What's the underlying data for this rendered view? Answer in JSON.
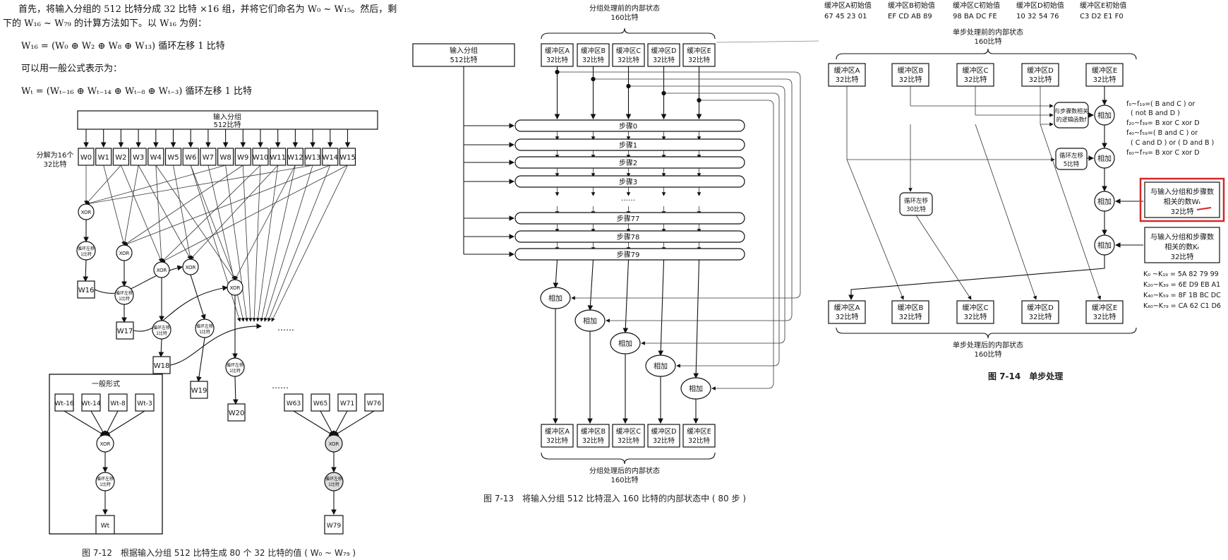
{
  "text": {
    "intro_1": "首先，将输入分组的 512 比特分成 32 比特 ×16 组，并将它们命名为 W₀ ~ W₁₅。然后，剩",
    "intro_2": "下的 W₁₆ ~ W₇₉ 的计算方法如下。以 W₁₆ 为例：",
    "formula_1": "W₁₆ = (W₀ ⊕ W₂ ⊕ W₈ ⊕ W₁₃) 循环左移 1 比特",
    "general_intro": "可以用一般公式表示为：",
    "formula_2": "Wₜ = (Wₜ₋₁₆ ⊕ Wₜ₋₁₄ ⊕ Wₜ₋₈ ⊕ Wₜ₋₃) 循环左移 1 比特"
  },
  "fig12": {
    "input_label": "输入分组",
    "input_bits": "512比特",
    "split_label_1": "分解为16个",
    "split_label_2": "32比特",
    "words": [
      "W0",
      "W1",
      "W2",
      "W3",
      "W4",
      "W5",
      "W6",
      "W7",
      "W8",
      "W9",
      "W10",
      "W11",
      "W12",
      "W13",
      "W14",
      "W15"
    ],
    "xor": "XOR",
    "rot_1": "循环左移",
    "rot_2": "1比特",
    "outputs": [
      "W16",
      "W17",
      "W18",
      "W19",
      "W20"
    ],
    "ellipsis": "……",
    "general_title": "一般形式",
    "general_inputs": [
      "Wt-16",
      "Wt-14",
      "Wt-8",
      "Wt-3"
    ],
    "general_output": "Wt",
    "example_inputs": [
      "W63",
      "W65",
      "W71",
      "W76"
    ],
    "example_output": "W79",
    "caption": "图 7-12　根据输入分组 512 比特生成 80 个 32 比特的值 ( W₀ ~ W₇₉ )"
  },
  "fig13": {
    "before_1": "分组处理前的内部状态",
    "before_2": "160比特",
    "input_1": "输入分组",
    "input_2": "512比特",
    "buffers": [
      "缓冲区A",
      "缓冲区B",
      "缓冲区C",
      "缓冲区D",
      "缓冲区E"
    ],
    "buffer_bits": "32比特",
    "steps": [
      "步骤0",
      "步骤1",
      "步骤2",
      "步骤3",
      "……",
      "步骤77",
      "步骤78",
      "步骤79"
    ],
    "add": "相加",
    "after_1": "分组处理后的内部状态",
    "after_2": "160比特",
    "caption": "图 7-13　将输入分组 512 比特混入 160 比特的内部状态中 ( 80 步 )"
  },
  "fig14": {
    "init_headers": [
      "缓冲区A初始值",
      "缓冲区B初始值",
      "缓冲区C初始值",
      "缓冲区D初始值",
      "缓冲区E初始值"
    ],
    "init_values": [
      "67 45 23 01",
      "EF CD AB 89",
      "98 BA DC FE",
      "10 32 54 76",
      "C3 D2 E1 F0"
    ],
    "before_1": "单步处理前的内部状态",
    "before_2": "160比特",
    "buffers": [
      "缓冲区A",
      "缓冲区B",
      "缓冲区C",
      "缓冲区D",
      "缓冲区E"
    ],
    "buffer_bits": "32比特",
    "logic_1": "与步骤数相关",
    "logic_2": "的逻辑函数f",
    "rot5_1": "循环左移",
    "rot5_2": "5比特",
    "rot30_1": "循环左移",
    "rot30_2": "30比特",
    "add": "相加",
    "func_lines": [
      "f₀~f₁₉=( B and C ) or",
      "( not B and D )",
      "f₂₀~f₃₉= B xor C xor D",
      "f₄₀~f₅₉=( B and C ) or",
      "( C and D ) or ( D and B )",
      "f₆₀~f₇₉= B xor C xor D"
    ],
    "w_box": [
      "与输入分组和步骤数",
      "相关的数Wₜ",
      "32比特"
    ],
    "k_box": [
      "与输入分组和步骤数",
      "相关的数Kₜ",
      "32比特"
    ],
    "k_lines": [
      "K₀ ~K₁₉ = 5A 82 79 99",
      "K₂₀~K₃₉ = 6E D9 EB A1",
      "K₄₀~K₅₉ = 8F 1B BC DC",
      "K₆₀~K₇₉ = CA 62 C1 D6"
    ],
    "after_1": "单步处理后的内部状态",
    "after_2": "160比特",
    "caption": "图 7-14　单步处理"
  }
}
